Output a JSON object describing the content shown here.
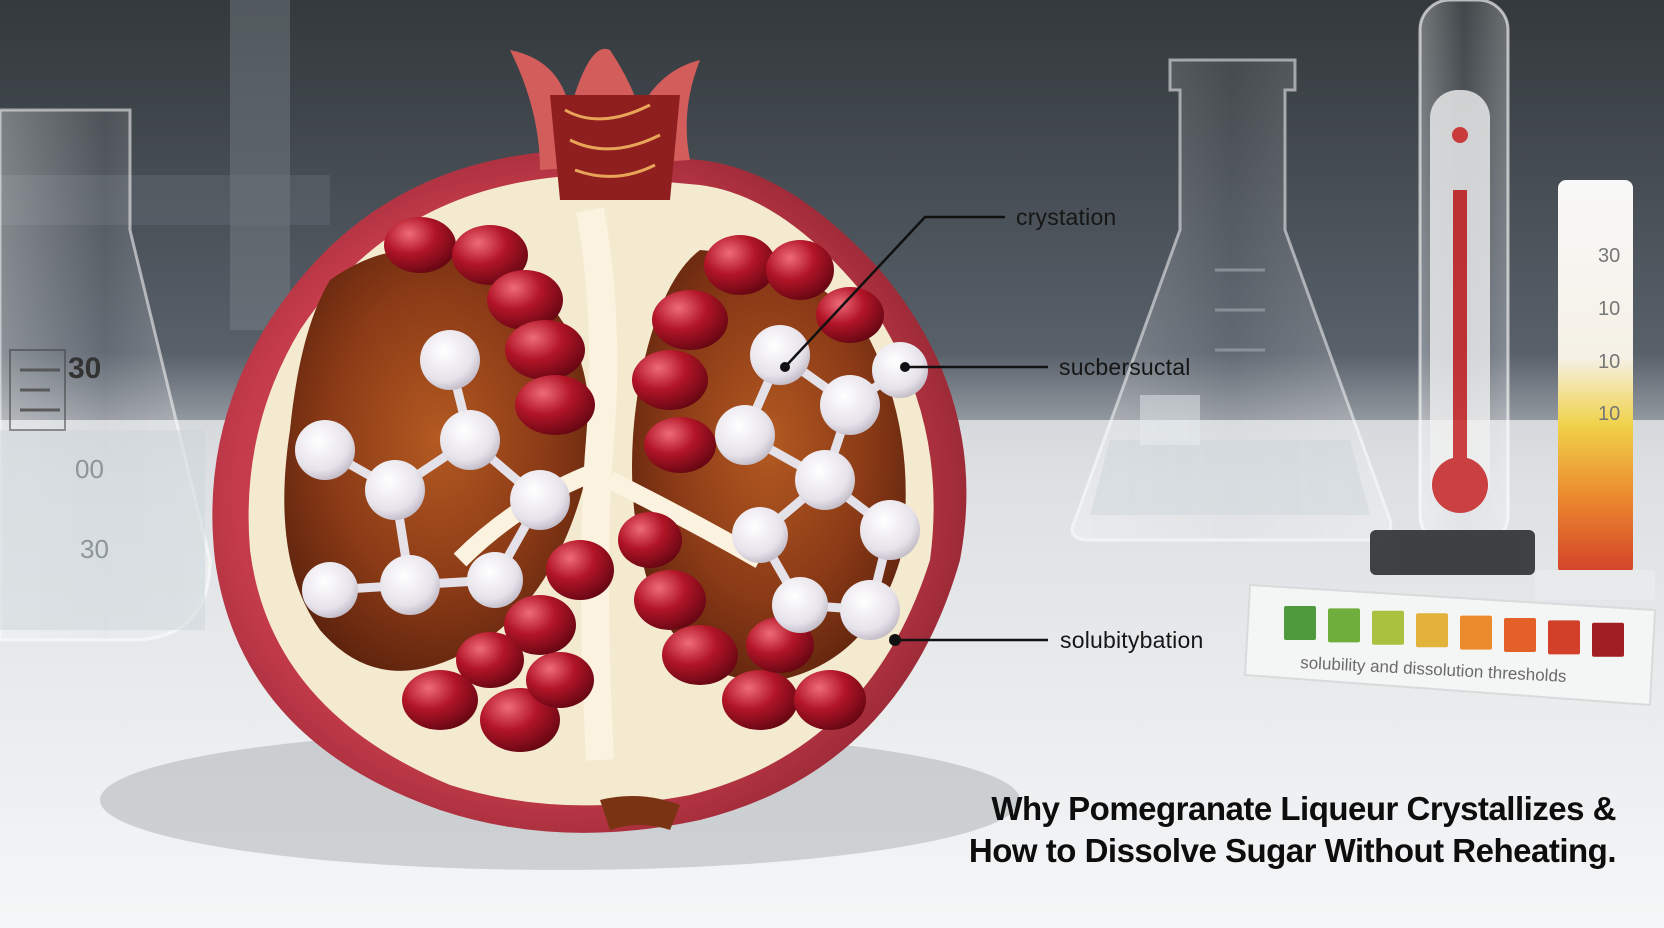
{
  "annotations": {
    "label_1": "crystation",
    "label_2": "sucbersuctal",
    "label_3": "solubitybation"
  },
  "headline": {
    "line_1": "Why Pomegranate Liqueur Crystallizes &",
    "line_2": "How to Dissolve Sugar Without Reheating."
  },
  "props": {
    "beaker_scale_top": "30",
    "beaker_scale_mid": "00",
    "beaker_scale_low": "30",
    "strip_scale": [
      "30",
      "10",
      "10",
      "10"
    ],
    "test_strip_caption": "solubility and dissolution thresholds",
    "swatch_colors": [
      "#4f9a3c",
      "#6fae3c",
      "#a9c13e",
      "#e3b23a",
      "#ec8a2e",
      "#e5612a",
      "#d2402a",
      "#9f1f22"
    ]
  },
  "colors": {
    "rind": "#c43b4b",
    "pith": "#f4ead0",
    "aril": "#a3111f",
    "syrup": "#8a3a16",
    "crystal": "#eceaf0"
  }
}
